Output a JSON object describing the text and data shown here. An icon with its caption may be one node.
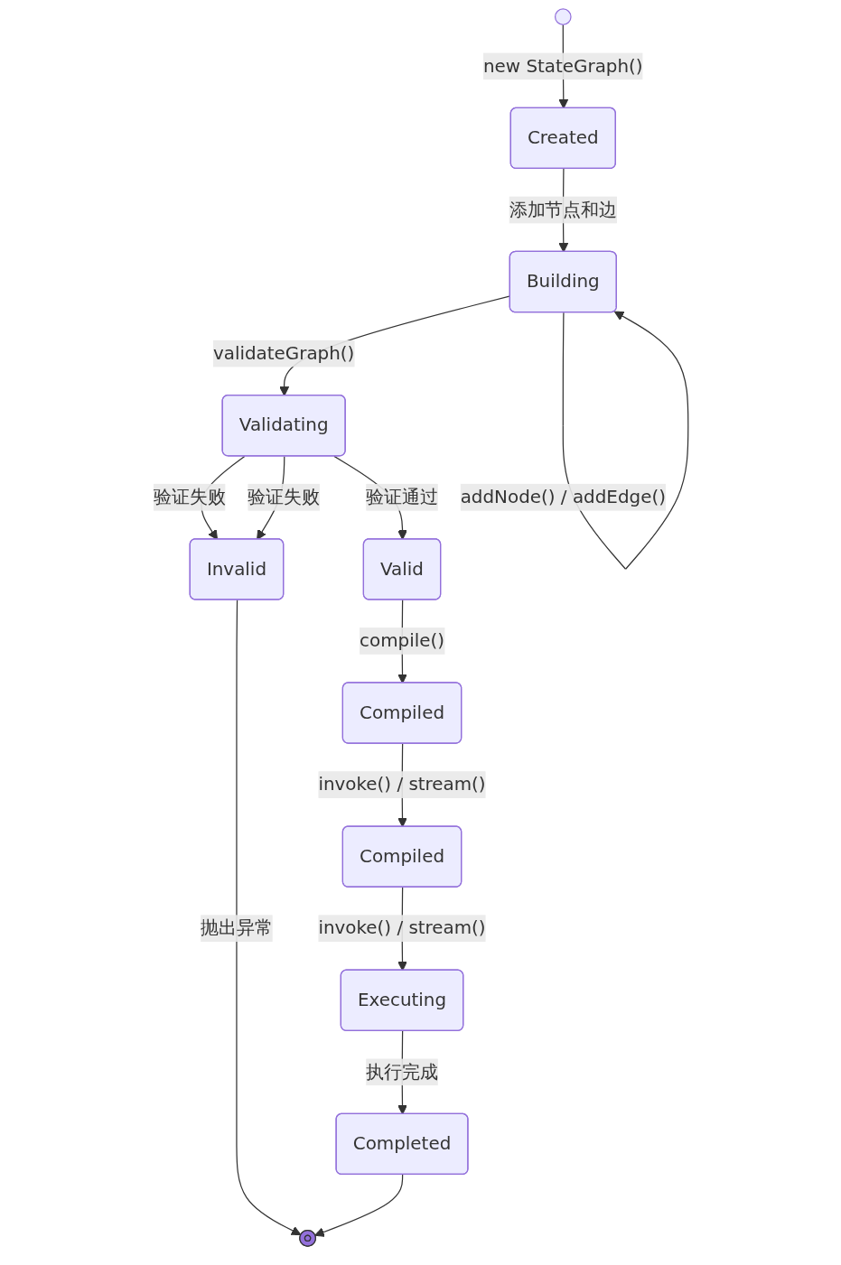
{
  "diagram": {
    "nodes": [
      {
        "text": [],
        "shape": "circle"
      },
      {
        "text": [
          "Created"
        ]
      },
      {
        "text": [
          "Building"
        ]
      },
      {
        "text": [
          "Validating"
        ]
      },
      {
        "text": [
          "Valid"
        ]
      },
      {
        "text": [
          "Compiled"
        ]
      },
      {
        "text": [
          "Compiled"
        ]
      },
      {
        "text": [
          "Executing"
        ]
      },
      {
        "text": [
          "Invalid"
        ]
      },
      {
        "text": [
          "Completed"
        ]
      },
      {
        "text": [],
        "shape": "circle"
      }
    ],
    "edges": [
      {
        "from": 0,
        "to": 1,
        "arrow": "to",
        "label": "new StateGraph()"
      },
      {
        "from": 1,
        "to": 2,
        "arrow": "to",
        "label": "添加节点和边"
      },
      {
        "from": 2,
        "to": 2,
        "arrow": "to",
        "label": "addNode() / addEdge()"
      },
      {
        "from": 2,
        "to": 3,
        "arrow": "to",
        "label": "validateGraph()"
      },
      {
        "from": 3,
        "to": 8,
        "arrow": "to",
        "label": "验证失败"
      },
      {
        "from": 3,
        "to": 8,
        "arrow": "to",
        "label": "验证失败"
      },
      {
        "from": 3,
        "to": 4,
        "arrow": "to",
        "label": "验证通过"
      },
      {
        "from": 4,
        "to": 5,
        "arrow": "to",
        "label": "compile()"
      },
      {
        "from": 5,
        "to": 6,
        "arrow": "to",
        "label": "invoke() / stream()"
      },
      {
        "from": 6,
        "to": 7,
        "arrow": "to",
        "label": "invoke() / stream()"
      },
      {
        "from": 7,
        "to": 9,
        "arrow": "to",
        "label": "执行完成"
      },
      {
        "from": 8,
        "to": 10,
        "arrow": "to",
        "label": "抛出异常"
      },
      {
        "from": 9,
        "to": 10,
        "arrow": "to"
      }
    ]
  }
}
